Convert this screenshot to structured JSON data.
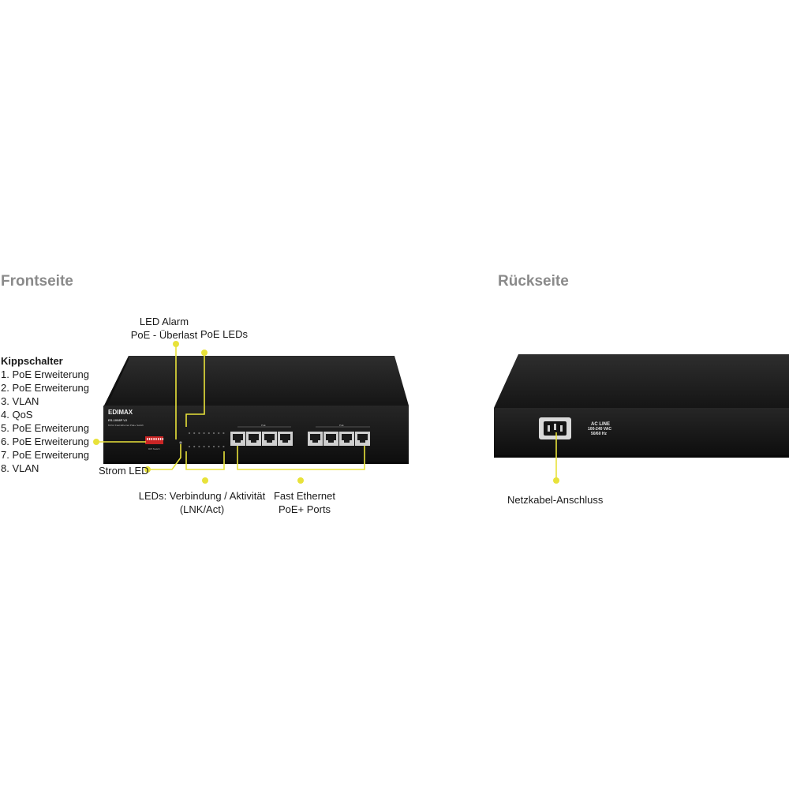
{
  "front": {
    "title": "Frontseite",
    "brand": "EDIMAX",
    "model": "ES-1008P V2",
    "subtitle": "8-Port Fast Ethernet PoE+ Switch",
    "poe_group_label": "PoE",
    "dip_caption": "DIP Switch",
    "labels": {
      "led_alarm_line1": "LED Alarm",
      "led_alarm_line2": "PoE - Überlast",
      "poe_leds": "PoE LEDs",
      "strom_led": "Strom LED",
      "lnk_line1": "LEDs: Verbindung / Aktivität",
      "lnk_line2": "(LNK/Act)",
      "ports_line1": "Fast Ethernet",
      "ports_line2": "PoE+ Ports"
    },
    "kippschalter": {
      "title": "Kippschalter",
      "items": [
        "1. PoE Erweiterung",
        "2. PoE Erweiterung",
        "3. VLAN",
        "4. QoS",
        "5. PoE Erweiterung",
        "6. PoE Erweiterung",
        "7. PoE Erweiterung",
        "8. VLAN"
      ]
    }
  },
  "back": {
    "title": "Rückseite",
    "ac_line1": "AC LINE",
    "ac_line2": "100-240 VAC",
    "ac_line3": "50/60 Hz",
    "netzkabel_label": "Netzkabel-Anschluss"
  },
  "colors": {
    "callout": "#e8e23a",
    "device_body": "#1c1c1c",
    "title_gray": "#8a8a8a"
  }
}
